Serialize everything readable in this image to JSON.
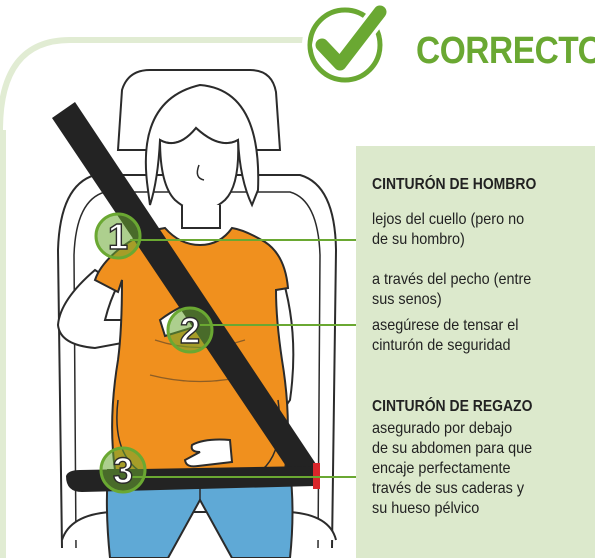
{
  "badge": {
    "label": "CORRECTO",
    "icon": "checkmark-icon"
  },
  "colors": {
    "accent_green": "#6aa832",
    "panel_bg": "#dce9cc",
    "shirt_orange": "#f0901e",
    "belt": "#232323",
    "jeans_blue": "#5fa9d6",
    "buckle_red": "#d9262b"
  },
  "callouts": [
    {
      "number": "1"
    },
    {
      "number": "2"
    },
    {
      "number": "3"
    }
  ],
  "shoulder_belt": {
    "heading": "CINTURÓN DE HOMBRO",
    "point1_lines": [
      "lejos del cuello (pero no",
      "de su hombro)"
    ],
    "point2_lines": [
      "a través del pecho (entre",
      "sus senos)",
      "asegúrese de tensar el",
      "cinturón de seguridad"
    ]
  },
  "lap_belt": {
    "heading": "CINTURÓN DE REGAZO",
    "lines": [
      "asegurado por debajo",
      "de su abdomen para que",
      "encaje perfectamente",
      "través de sus caderas y",
      "su hueso pélvico"
    ]
  }
}
